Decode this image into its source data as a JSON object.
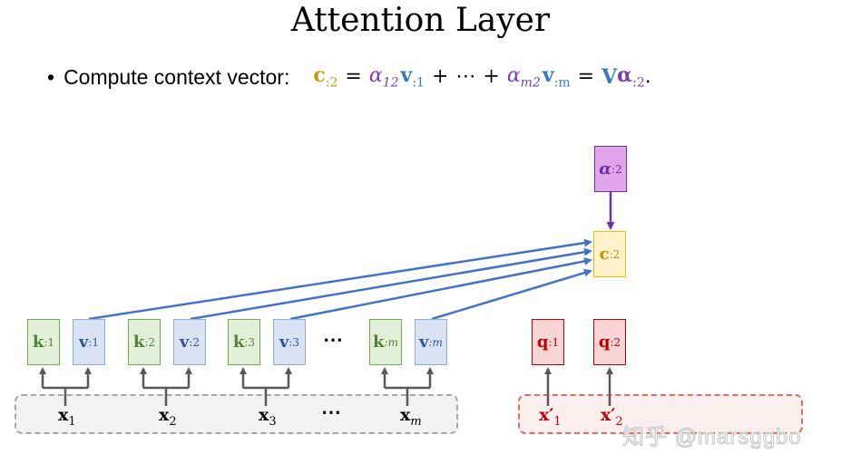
{
  "title": "Attention Layer",
  "bullet": {
    "text": "Compute context vector:",
    "formula": {
      "c": "c",
      "c_sub": ":2",
      "eq": "=",
      "alpha1": "α",
      "alpha1_sub": "12",
      "v1": "v",
      "v1_sub": ":1",
      "plus": "+",
      "ellipsis": "⋯",
      "plus2": "+",
      "alpha2": "α",
      "alpha2_sub": "m2",
      "v2": "v",
      "v2_sub": ":m",
      "eq2": "=",
      "V": "V",
      "alphab": "α",
      "alphab_sub": ":2",
      "end": "."
    }
  },
  "nodes": {
    "k1": {
      "main": "k",
      "sub": ":1"
    },
    "v1": {
      "main": "v",
      "sub": ":1"
    },
    "k2": {
      "main": "k",
      "sub": ":2"
    },
    "v2": {
      "main": "v",
      "sub": ":2"
    },
    "k3": {
      "main": "k",
      "sub": ":3"
    },
    "v3": {
      "main": "v",
      "sub": ":3"
    },
    "km": {
      "main": "k",
      "sub": ":m"
    },
    "vm": {
      "main": "v",
      "sub": ":m"
    },
    "q1": {
      "main": "q",
      "sub": ":1"
    },
    "q2": {
      "main": "q",
      "sub": ":2"
    },
    "c": {
      "main": "c",
      "sub": ":2"
    },
    "alpha": {
      "main": "α",
      "sub": ":2"
    }
  },
  "inputs": {
    "x1": {
      "main": "x",
      "sub": "1"
    },
    "x2": {
      "main": "x",
      "sub": "2"
    },
    "x3": {
      "main": "x",
      "sub": "3"
    },
    "xm": {
      "main": "x",
      "sub": "m"
    },
    "xq1": {
      "main": "x′",
      "sub": "1"
    },
    "xq2": {
      "main": "x′",
      "sub": "2"
    }
  },
  "ellipsis": "⋯",
  "watermark": "知乎 @marsggbo",
  "colors": {
    "k": "#548235",
    "v": "#2f5597",
    "q": "#c00000",
    "c": "#bf9000",
    "alpha": "#7030a0",
    "arrow_blue": "#4472c4",
    "arrow_gray": "#595959"
  }
}
